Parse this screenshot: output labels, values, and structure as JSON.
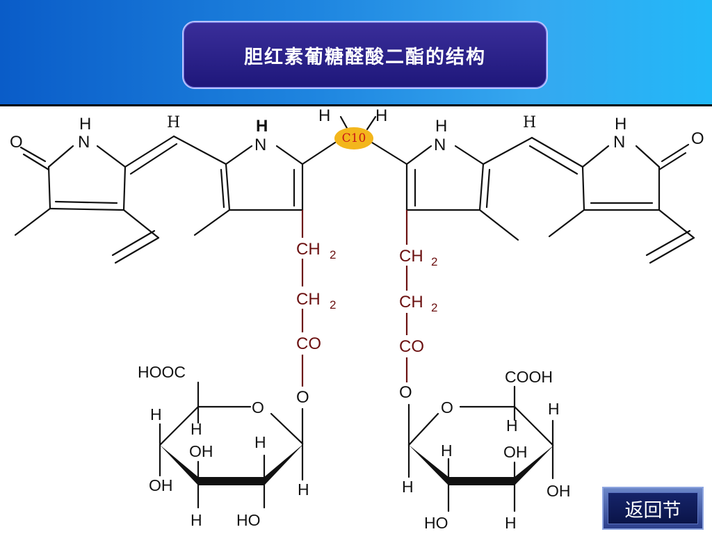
{
  "title": "胆红素葡糖醛酸二酯的结构",
  "back_button": "返回节",
  "c10_label": "C10",
  "atoms": {
    "O_left": "O",
    "NH_ring1_H": "H",
    "NH_ring1_N": "N",
    "H_meth1": "H",
    "NH_ring2_H": "H",
    "NH_ring2_N": "N",
    "H_c10_left": "H",
    "H_c10_right": "H",
    "NH_ring3_H": "H",
    "NH_ring3_N": "N",
    "H_meth2": "H",
    "NH_ring4_H": "H",
    "NH_ring4_N": "N",
    "O_right": "O"
  },
  "chain_left": [
    "CH",
    "2",
    "CH",
    "2",
    "CO",
    "O"
  ],
  "chain_right": [
    "CH",
    "2",
    "CH",
    "2",
    "CO",
    "O"
  ],
  "sugar_left": [
    "HOOC",
    "O",
    "H",
    "H",
    "OH",
    "H",
    "OH",
    "H",
    "H",
    "HO"
  ],
  "sugar_right": [
    "COOH",
    "O",
    "H",
    "H",
    "H",
    "OH",
    "H",
    "OH",
    "HO",
    "H"
  ],
  "colors": {
    "chain": "#6b1010",
    "c10_bg": "#f3b61c",
    "c10_text": "#c81818"
  }
}
